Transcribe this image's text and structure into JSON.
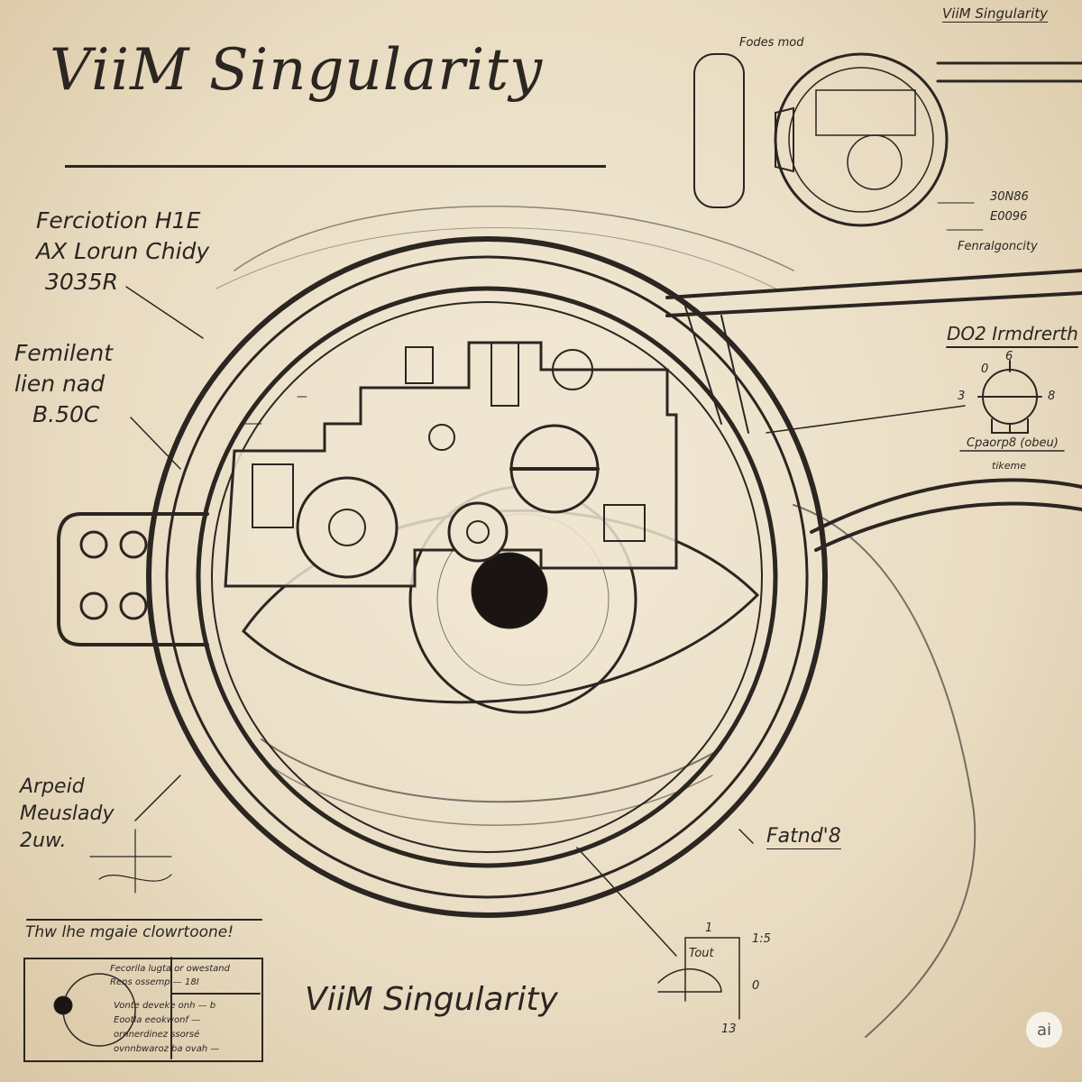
{
  "title": "ViiM Singularity",
  "top_right_label": "ViiM Singularity",
  "bottom_title": "ViiM Singularity",
  "notes_left": {
    "block1": [
      "Ferciotion H1E",
      "AX Lorun Chidy",
      "3035R"
    ],
    "block2": [
      "Femilent",
      "lien nad",
      "B.50C"
    ],
    "block3": [
      "Arpeid",
      "Meuslady",
      "2uw."
    ]
  },
  "inset_top": {
    "label": "Fodes mod",
    "codes": [
      "30N86",
      "E0096"
    ],
    "caption": "Fenralgoncity"
  },
  "dial_diagram": {
    "title": "DO2 Irmdrerth",
    "marks": [
      "6",
      "3",
      "8",
      "0"
    ],
    "caption": "Cpaorp8 (obeu)",
    "subcaption": "tikeme"
  },
  "lower_right_label": "Fatnd'8",
  "graph_labels": [
    "1",
    "1:5",
    "0",
    "Tout",
    "13"
  ],
  "bottom_left_heading": "Thw lhe mgaie clowrtoone!",
  "box_notes": [
    "Fecorila lugta or owestand",
    "Rens ossemp — 18I",
    "Vonte deveke onh — b",
    "Eootla eeokwonf —",
    "ornnerdinez ssorsé",
    "ovnnbwaroz ba ovah —"
  ],
  "badge": "ai",
  "colors": {
    "ink": "#2b2621",
    "paper": "#efe4cf"
  }
}
